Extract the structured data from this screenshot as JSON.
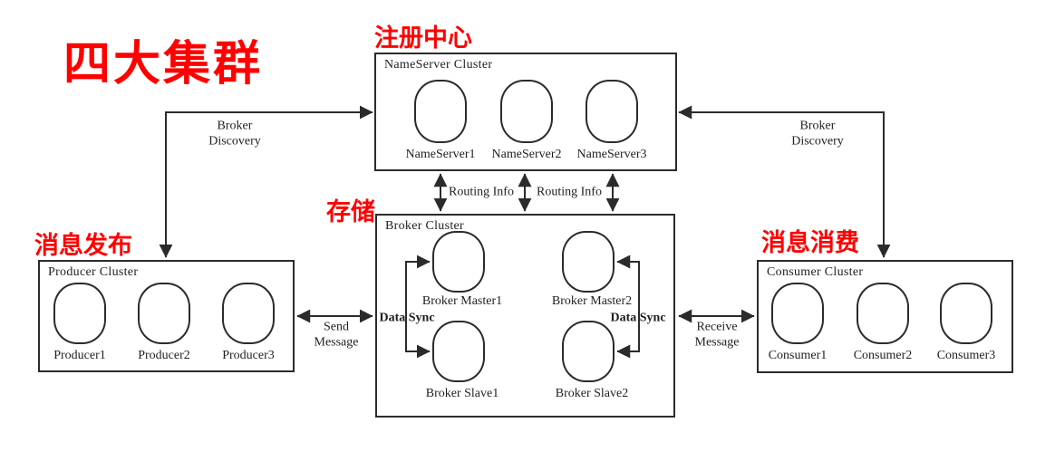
{
  "headline": "四大集群",
  "annotations": {
    "registry": "注册中心",
    "storage": "存储",
    "publish": "消息发布",
    "consume": "消息消费"
  },
  "clusters": {
    "nameserver": {
      "title": "NameServer Cluster",
      "nodes": [
        "NameServer1",
        "NameServer2",
        "NameServer3"
      ]
    },
    "producer": {
      "title": "Producer Cluster",
      "nodes": [
        "Producer1",
        "Producer2",
        "Producer3"
      ]
    },
    "consumer": {
      "title": "Consumer Cluster",
      "nodes": [
        "Consumer1",
        "Consumer2",
        "Consumer3"
      ]
    },
    "broker": {
      "title": "Broker Cluster",
      "masters": [
        "Broker Master1",
        "Broker Master2"
      ],
      "slaves": [
        "Broker Slave1",
        "Broker Slave2"
      ]
    }
  },
  "edges": {
    "broker_discovery": "Broker\nDiscovery",
    "routing_info": "Routing Info",
    "send_message": "Send\nMessage",
    "receive_message": "Receive\nMessage",
    "data_sync": "Data Sync"
  },
  "colors": {
    "accent_red": "#ff0000",
    "line": "#2b2b2b"
  }
}
